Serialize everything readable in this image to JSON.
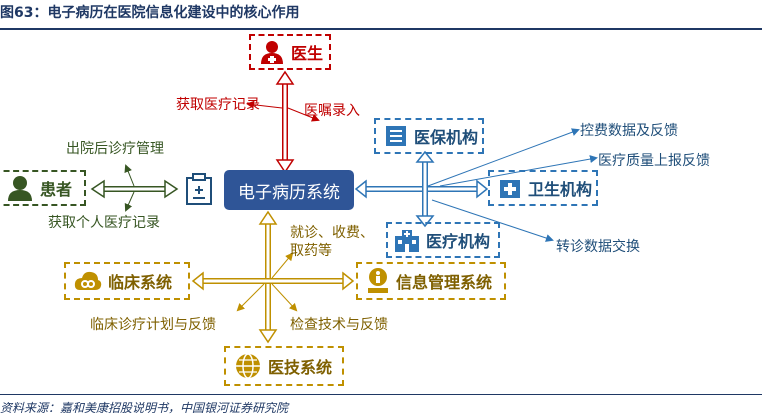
{
  "header": {
    "title": "图63：电子病历在医院信息化建设中的核心作用"
  },
  "source": "资料来源：嘉和美康招股说明书，中国银河证券研究院",
  "nodes": {
    "central": "电子病历系统",
    "doctor": "医生",
    "patient": "患者",
    "insurance": "医保机构",
    "health": "卫生机构",
    "medical": "医疗机构",
    "clinical": "临床系统",
    "info_mgmt": "信息管理系统",
    "medtech": "医技系统"
  },
  "annotations": {
    "doctor_get": "获取医疗记录",
    "doctor_order": "医嘱录入",
    "patient_discharge": "出院后诊疗管理",
    "patient_get": "获取个人医疗记录",
    "cost_control": "控费数据及反馈",
    "quality_report": "医疗质量上报反馈",
    "referral": "转诊数据交换",
    "visit_fee": "就诊、收费、",
    "medicine": "取药等",
    "clinical_plan": "临床诊疗计划与反馈",
    "exam_tech": "检查技术与反馈"
  },
  "colors": {
    "doctor": "#c00000",
    "patient": "#375623",
    "institution": "#2e75b6",
    "system": "#bf9000",
    "central": "#2f5597"
  }
}
